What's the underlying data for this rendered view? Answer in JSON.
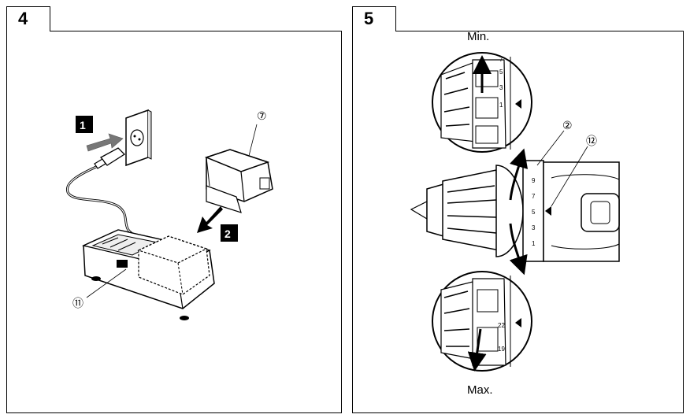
{
  "panels": [
    {
      "number": "4",
      "steps": [
        "1",
        "2"
      ],
      "callouts": [
        "⑦",
        "⑪"
      ]
    },
    {
      "number": "5",
      "labels": {
        "min": "Min.",
        "max": "Max."
      },
      "callouts": [
        "②",
        "⑫"
      ],
      "scale_top": [
        "1",
        "3",
        "5",
        "7"
      ],
      "scale_body": [
        "9",
        "7",
        "5",
        "3",
        "1"
      ],
      "scale_bottom": [
        "19",
        "22"
      ]
    }
  ]
}
